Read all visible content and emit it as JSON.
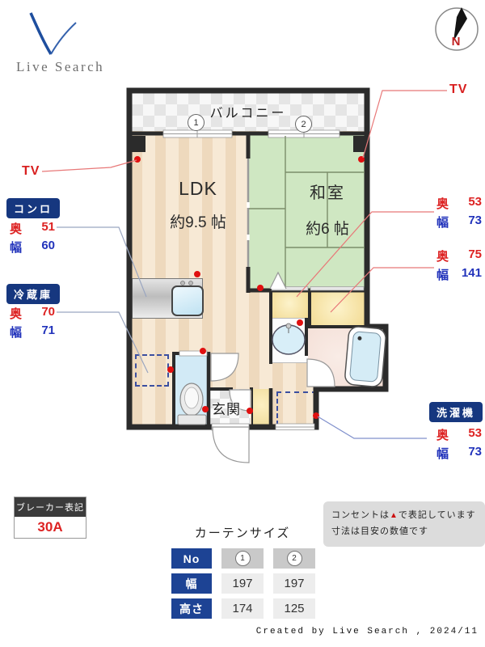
{
  "header": {
    "logo_text": "Live Search",
    "compass_n": "N"
  },
  "plan": {
    "balcony_label": "バルコニー",
    "window_1": "1",
    "window_2": "2",
    "ldk_name": "LDK",
    "ldk_size": "約9.5 帖",
    "washitsu_name": "和室",
    "washitsu_size": "約6 帖",
    "genkan_name": "玄関"
  },
  "labels": {
    "tv_left": "TV",
    "tv_right": "TV",
    "depth_label": "奥",
    "width_label": "幅",
    "konro": {
      "title": "コンロ",
      "depth": "51",
      "width": "60"
    },
    "reizouko": {
      "title": "冷蔵庫",
      "depth": "70",
      "width": "71"
    },
    "storage_small": {
      "depth": "53",
      "width": "73"
    },
    "storage_large": {
      "depth": "75",
      "width": "141"
    },
    "sentakuki": {
      "title": "洗濯機",
      "depth": "53",
      "width": "73"
    }
  },
  "breaker": {
    "title": "ブレーカー表記",
    "value": "30A"
  },
  "curtain": {
    "title": "カーテンサイズ",
    "col_header": "No",
    "col1": "1",
    "col2": "2",
    "rows": [
      {
        "label": "幅",
        "v1": "197",
        "v2": "197"
      },
      {
        "label": "高さ",
        "v1": "174",
        "v2": "125"
      }
    ]
  },
  "note": {
    "line1_before": "コンセントは",
    "marker": "▲",
    "line1_after": "で表記しています",
    "line2": "寸法は目安の数値です"
  },
  "footer": {
    "credit": "Created by Live Search , 2024/11"
  },
  "colors": {
    "badge_navy": "#16377f",
    "table_navy": "#1d4394",
    "depth_red": "#dd2222",
    "width_blue": "#2233bb",
    "outlet_red": "#e01010",
    "wall_dark": "#2b2b2b"
  }
}
